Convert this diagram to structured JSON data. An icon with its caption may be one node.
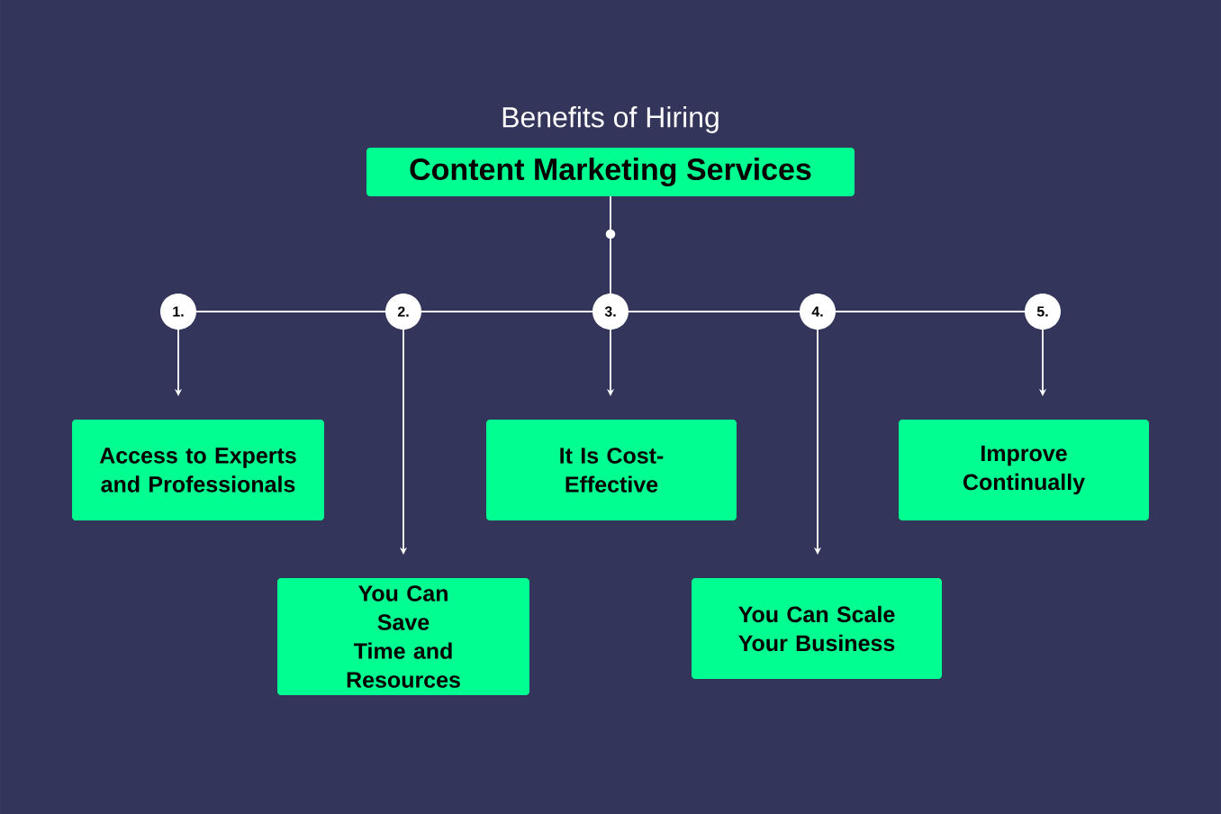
{
  "diagram": {
    "nodes": [
      {
        "text": [
          "Benefits of Hiring",
          "Content Marketing Services"
        ]
      },
      {
        "text": [
          "1."
        ]
      },
      {
        "text": [
          "2."
        ]
      },
      {
        "text": [
          "3."
        ]
      },
      {
        "text": [
          "4."
        ]
      },
      {
        "text": [
          "5."
        ]
      },
      {
        "text": [
          "Access to Experts and Professionals"
        ]
      },
      {
        "text": [
          "You Can Save Time and Resources"
        ]
      },
      {
        "text": [
          "It Is Cost-Effective"
        ]
      },
      {
        "text": [
          "You Can Scale Your Business"
        ]
      },
      {
        "text": [
          "Improve Continually"
        ]
      }
    ],
    "edges": [
      {
        "from": 0,
        "to": 3,
        "arrow": "none"
      },
      {
        "from": 3,
        "to": 2,
        "arrow": "none"
      },
      {
        "from": 2,
        "to": 1,
        "arrow": "none"
      },
      {
        "from": 3,
        "to": 4,
        "arrow": "none"
      },
      {
        "from": 4,
        "to": 5,
        "arrow": "none"
      },
      {
        "from": 1,
        "to": 6,
        "arrow": "to"
      },
      {
        "from": 2,
        "to": 7,
        "arrow": "to"
      },
      {
        "from": 3,
        "to": 8,
        "arrow": "to"
      },
      {
        "from": 4,
        "to": 9,
        "arrow": "to"
      },
      {
        "from": 5,
        "to": 10,
        "arrow": "to"
      }
    ]
  }
}
